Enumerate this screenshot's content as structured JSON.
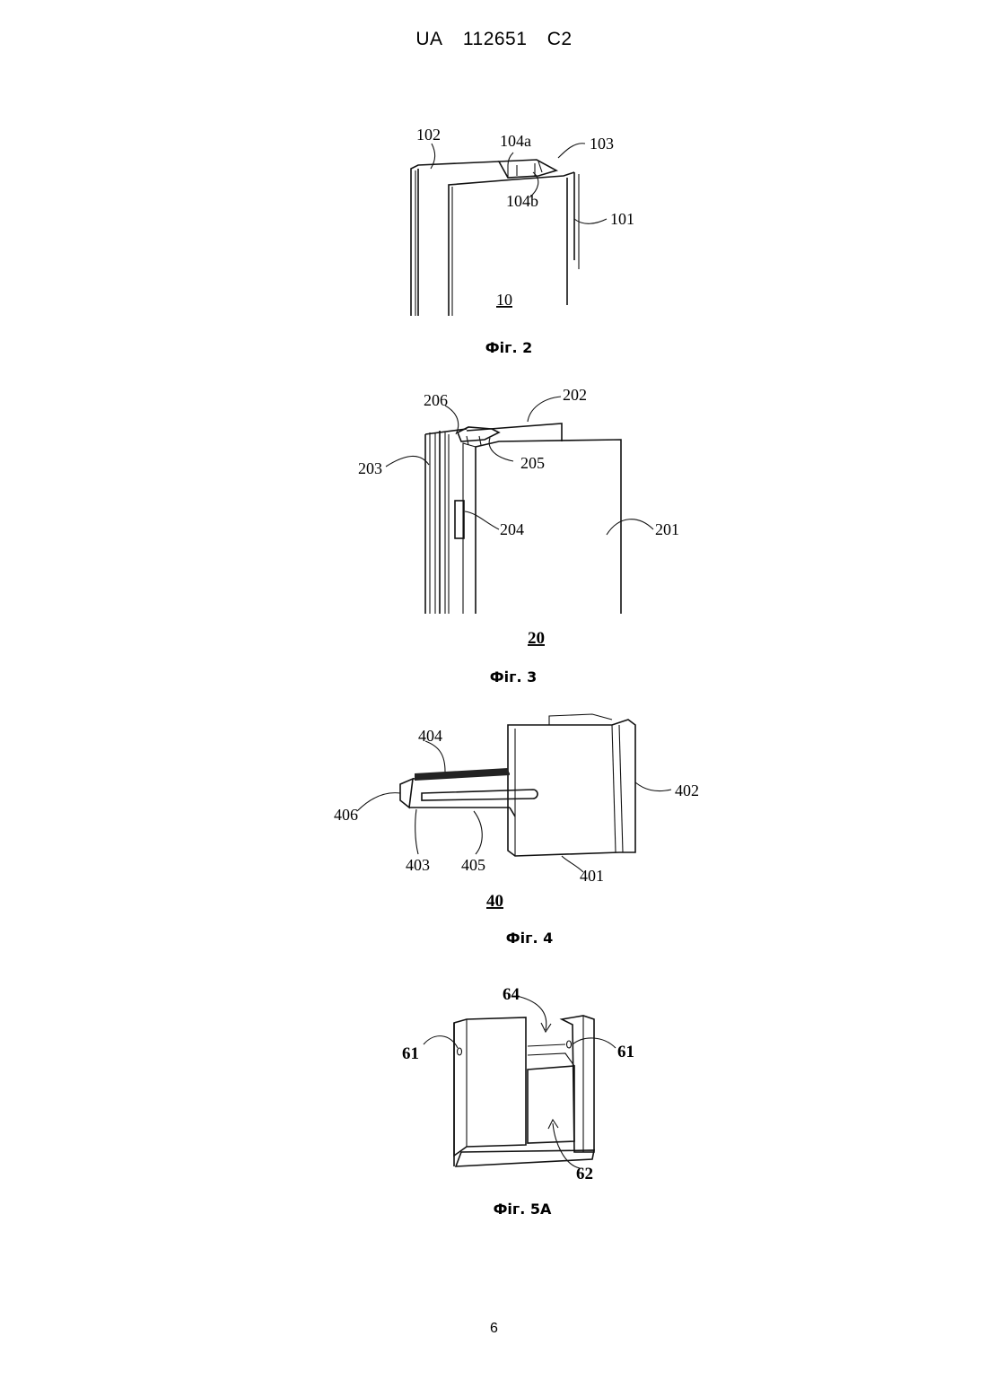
{
  "header": {
    "country": "UA",
    "number": "112651",
    "kind": "C2"
  },
  "figures": [
    {
      "caption": "Фіг. 2",
      "ref": "10",
      "labels": [
        "102",
        "104a",
        "103",
        "104b",
        "101"
      ]
    },
    {
      "caption": "Фіг. 3",
      "ref": "20",
      "labels": [
        "206",
        "202",
        "203",
        "205",
        "204",
        "201"
      ]
    },
    {
      "caption": "Фіг. 4",
      "ref": "40",
      "labels": [
        "404",
        "402",
        "406",
        "403",
        "405",
        "401"
      ]
    },
    {
      "caption": "Фіг. 5А",
      "ref": "",
      "labels": [
        "64",
        "61",
        "61",
        "62"
      ]
    }
  ],
  "page_number": "6"
}
